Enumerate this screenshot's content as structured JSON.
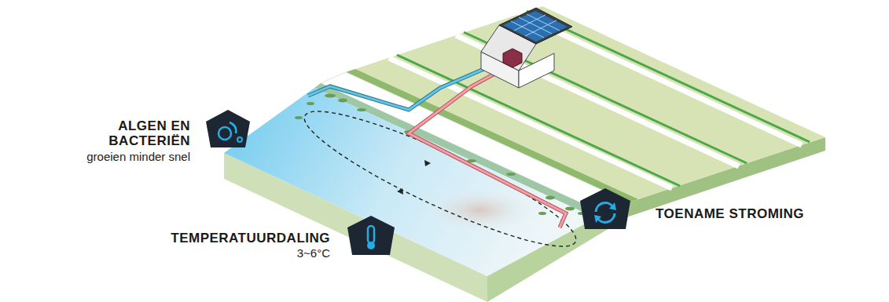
{
  "diagram": {
    "labels": [
      "ALGEN EN BACTERIËN",
      "groeien minder snel",
      "TEMPERATUURDALING",
      "3~6°C",
      "TOENAME STROMING"
    ]
  }
}
